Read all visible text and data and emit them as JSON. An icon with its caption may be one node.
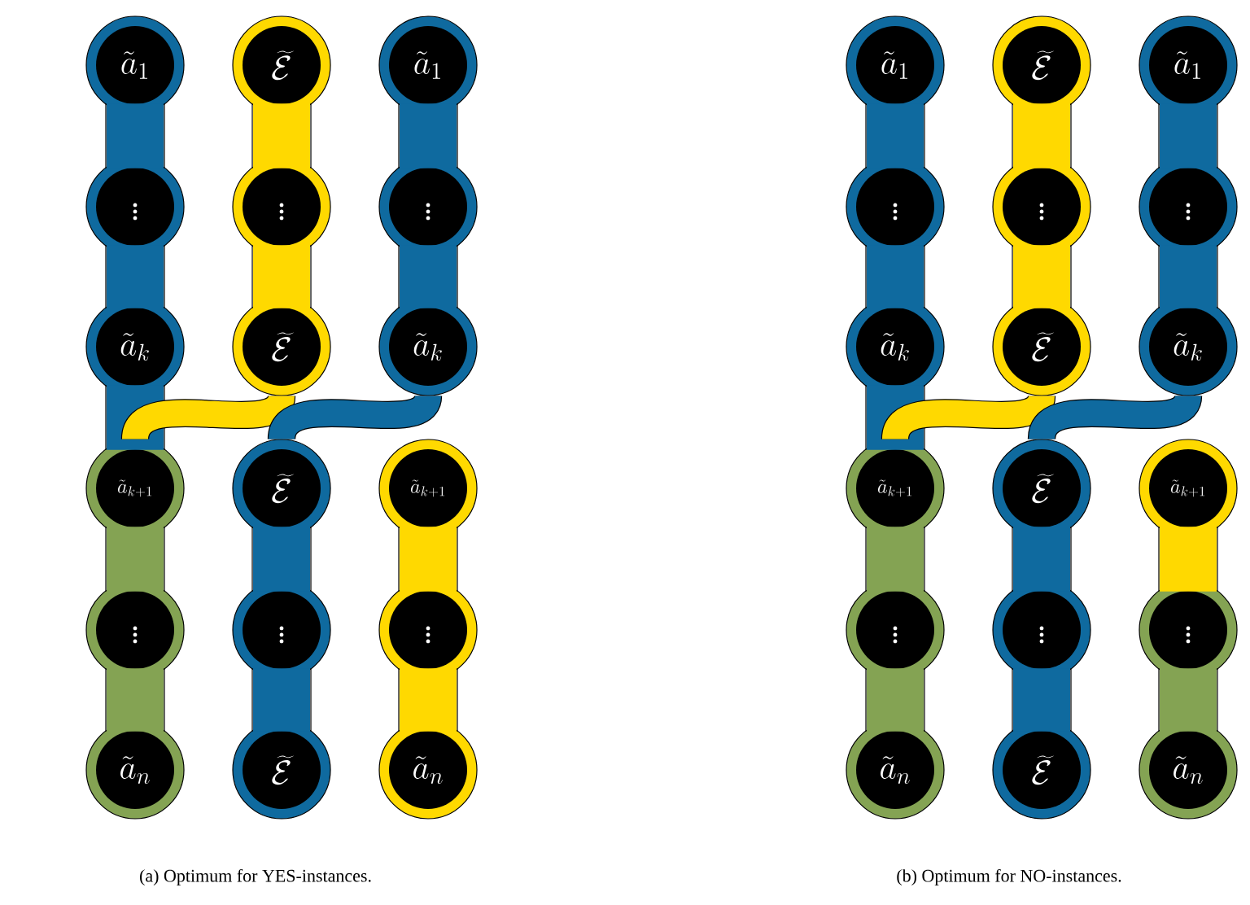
{
  "diagram": {
    "nodes": [
      {
        "text": [
          "\\tilde{a}_1"
        ]
      },
      {
        "text": [
          "\\widetilde{\\mathcal{E}}"
        ]
      },
      {
        "text": [
          "\\tilde{a}_1"
        ]
      },
      {
        "text": [
          "\\vdots"
        ]
      },
      {
        "text": [
          "\\vdots"
        ]
      },
      {
        "text": [
          "\\vdots"
        ]
      },
      {
        "text": [
          "\\tilde{a}_k"
        ]
      },
      {
        "text": [
          "\\widetilde{\\mathcal{E}}"
        ]
      },
      {
        "text": [
          "\\tilde{a}_k"
        ]
      },
      {
        "text": [
          "\\tilde{a}_{k+1}"
        ]
      },
      {
        "text": [
          "\\widetilde{\\mathcal{E}}"
        ]
      },
      {
        "text": [
          "\\tilde{a}_{k+1}"
        ]
      },
      {
        "text": [
          "\\vdots"
        ]
      },
      {
        "text": [
          "\\vdots"
        ]
      },
      {
        "text": [
          "\\vdots"
        ]
      },
      {
        "text": [
          "\\tilde{a}_n"
        ]
      },
      {
        "text": [
          "\\widetilde{\\mathcal{E}}"
        ]
      },
      {
        "text": [
          "\\tilde{a}_n"
        ]
      },
      {
        "text": [
          "\\tilde{a}_1"
        ]
      },
      {
        "text": [
          "\\widetilde{\\mathcal{E}}"
        ]
      },
      {
        "text": [
          "\\tilde{a}_1"
        ]
      },
      {
        "text": [
          "\\vdots"
        ]
      },
      {
        "text": [
          "\\vdots"
        ]
      },
      {
        "text": [
          "\\vdots"
        ]
      },
      {
        "text": [
          "\\tilde{a}_k"
        ]
      },
      {
        "text": [
          "\\widetilde{\\mathcal{E}}"
        ]
      },
      {
        "text": [
          "\\tilde{a}_k"
        ]
      },
      {
        "text": [
          "\\tilde{a}_{k+1}"
        ]
      },
      {
        "text": [
          "\\widetilde{\\mathcal{E}}"
        ]
      },
      {
        "text": [
          "\\tilde{a}_{k+1}"
        ]
      },
      {
        "text": [
          "\\vdots"
        ]
      },
      {
        "text": [
          "\\vdots"
        ]
      },
      {
        "text": [
          "\\vdots"
        ]
      },
      {
        "text": [
          "\\tilde{a}_n"
        ]
      },
      {
        "text": [
          "\\widetilde{\\mathcal{E}}"
        ]
      },
      {
        "text": [
          "\\tilde{a}_n"
        ]
      }
    ],
    "edges": [
      {
        "from": 0,
        "to": 3,
        "arrow": "none",
        "color": "#0f6a9f"
      },
      {
        "from": 3,
        "to": 6,
        "arrow": "none",
        "color": "#0f6a9f"
      },
      {
        "from": 6,
        "to": 9,
        "arrow": "none",
        "color": "#0f6a9f"
      },
      {
        "from": 1,
        "to": 4,
        "arrow": "none",
        "color": "#ffd900"
      },
      {
        "from": 4,
        "to": 7,
        "arrow": "none",
        "color": "#ffd900"
      },
      {
        "from": 2,
        "to": 5,
        "arrow": "none",
        "color": "#0f6a9f"
      },
      {
        "from": 5,
        "to": 8,
        "arrow": "none",
        "color": "#0f6a9f"
      },
      {
        "from": 7,
        "to": 9,
        "arrow": "none",
        "color": "#ffd900"
      },
      {
        "from": 8,
        "to": 10,
        "arrow": "none",
        "color": "#0f6a9f"
      },
      {
        "from": 9,
        "to": 12,
        "arrow": "none",
        "color": "#84a353"
      },
      {
        "from": 12,
        "to": 15,
        "arrow": "none",
        "color": "#84a353"
      },
      {
        "from": 10,
        "to": 13,
        "arrow": "none",
        "color": "#0f6a9f"
      },
      {
        "from": 13,
        "to": 16,
        "arrow": "none",
        "color": "#0f6a9f"
      },
      {
        "from": 11,
        "to": 14,
        "arrow": "none",
        "color": "#ffd900"
      },
      {
        "from": 14,
        "to": 17,
        "arrow": "none",
        "color": "#ffd900"
      },
      {
        "from": 18,
        "to": 21,
        "arrow": "none",
        "color": "#0f6a9f"
      },
      {
        "from": 21,
        "to": 24,
        "arrow": "none",
        "color": "#0f6a9f"
      },
      {
        "from": 24,
        "to": 27,
        "arrow": "none",
        "color": "#0f6a9f"
      },
      {
        "from": 19,
        "to": 22,
        "arrow": "none",
        "color": "#ffd900"
      },
      {
        "from": 22,
        "to": 25,
        "arrow": "none",
        "color": "#ffd900"
      },
      {
        "from": 20,
        "to": 23,
        "arrow": "none",
        "color": "#0f6a9f"
      },
      {
        "from": 23,
        "to": 26,
        "arrow": "none",
        "color": "#0f6a9f"
      },
      {
        "from": 25,
        "to": 27,
        "arrow": "none",
        "color": "#ffd900"
      },
      {
        "from": 26,
        "to": 28,
        "arrow": "none",
        "color": "#0f6a9f"
      },
      {
        "from": 27,
        "to": 30,
        "arrow": "none",
        "color": "#84a353"
      },
      {
        "from": 30,
        "to": 33,
        "arrow": "none",
        "color": "#84a353"
      },
      {
        "from": 28,
        "to": 31,
        "arrow": "none",
        "color": "#0f6a9f"
      },
      {
        "from": 31,
        "to": 34,
        "arrow": "none",
        "color": "#0f6a9f"
      },
      {
        "from": 29,
        "to": 32,
        "arrow": "none",
        "color": "#ffd900"
      },
      {
        "from": 32,
        "to": 35,
        "arrow": "none",
        "color": "#84a353"
      }
    ],
    "labels": [
      "(a) Optimum for YES-instances.",
      "(b) Optimum for NO-instances."
    ]
  }
}
